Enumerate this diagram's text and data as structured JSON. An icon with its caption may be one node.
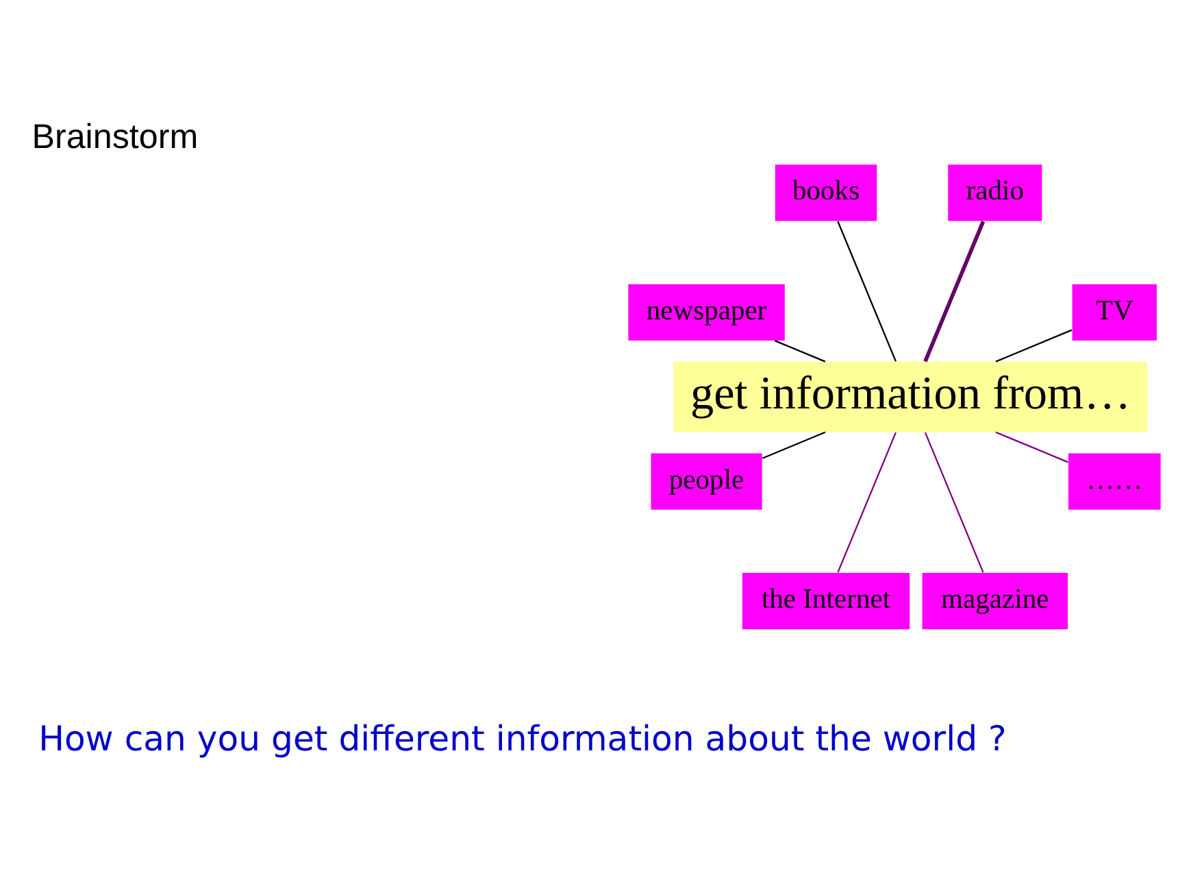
{
  "diagram": {
    "title": "Brainstorm",
    "nodes": [
      {
        "text": [
          "get information from…"
        ]
      },
      {
        "text": [
          "TV"
        ]
      },
      {
        "text": [
          "radio"
        ]
      },
      {
        "text": [
          "books"
        ]
      },
      {
        "text": [
          "newspaper"
        ]
      },
      {
        "text": [
          "people"
        ]
      },
      {
        "text": [
          "the Internet"
        ]
      },
      {
        "text": [
          "magazine"
        ]
      },
      {
        "text": [
          "……"
        ]
      }
    ],
    "edges": [
      {
        "from": 0,
        "to": 1,
        "arrow": "none"
      },
      {
        "from": 0,
        "to": 2,
        "arrow": "none",
        "style": "thick",
        "color": "#660066"
      },
      {
        "from": 0,
        "to": 3,
        "arrow": "none"
      },
      {
        "from": 0,
        "to": 4,
        "arrow": "none"
      },
      {
        "from": 0,
        "to": 5,
        "arrow": "none"
      },
      {
        "from": 0,
        "to": 6,
        "arrow": "none",
        "color": "#800080"
      },
      {
        "from": 0,
        "to": 7,
        "arrow": "none",
        "color": "#800080"
      },
      {
        "from": 0,
        "to": 8,
        "arrow": "none",
        "color": "#800080"
      }
    ],
    "labels": [
      "How can you get different information about the world ?"
    ]
  }
}
